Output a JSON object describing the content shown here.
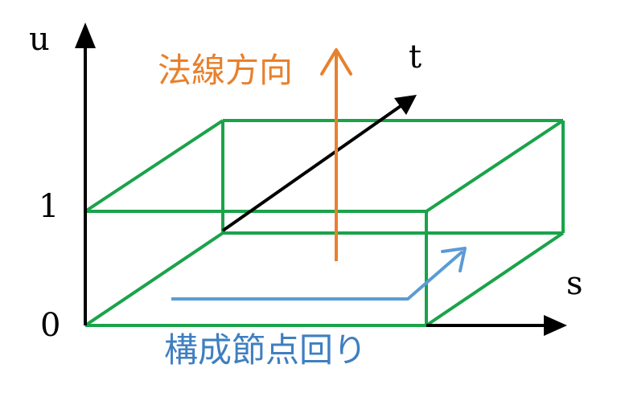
{
  "axes": {
    "u_label": "u",
    "t_label": "t",
    "s_label": "s",
    "tick_1": "1",
    "tick_0": "0"
  },
  "annotations": {
    "normal_direction": "法線方向",
    "around_nodes": "構成節点回り"
  },
  "colors": {
    "box": "#1aa34a",
    "axis": "#000000",
    "normal_arrow": "#e8802c",
    "node_arrow": "#5b9bd5",
    "normal_text": "#e8802c",
    "node_text": "#3f7fc0"
  }
}
